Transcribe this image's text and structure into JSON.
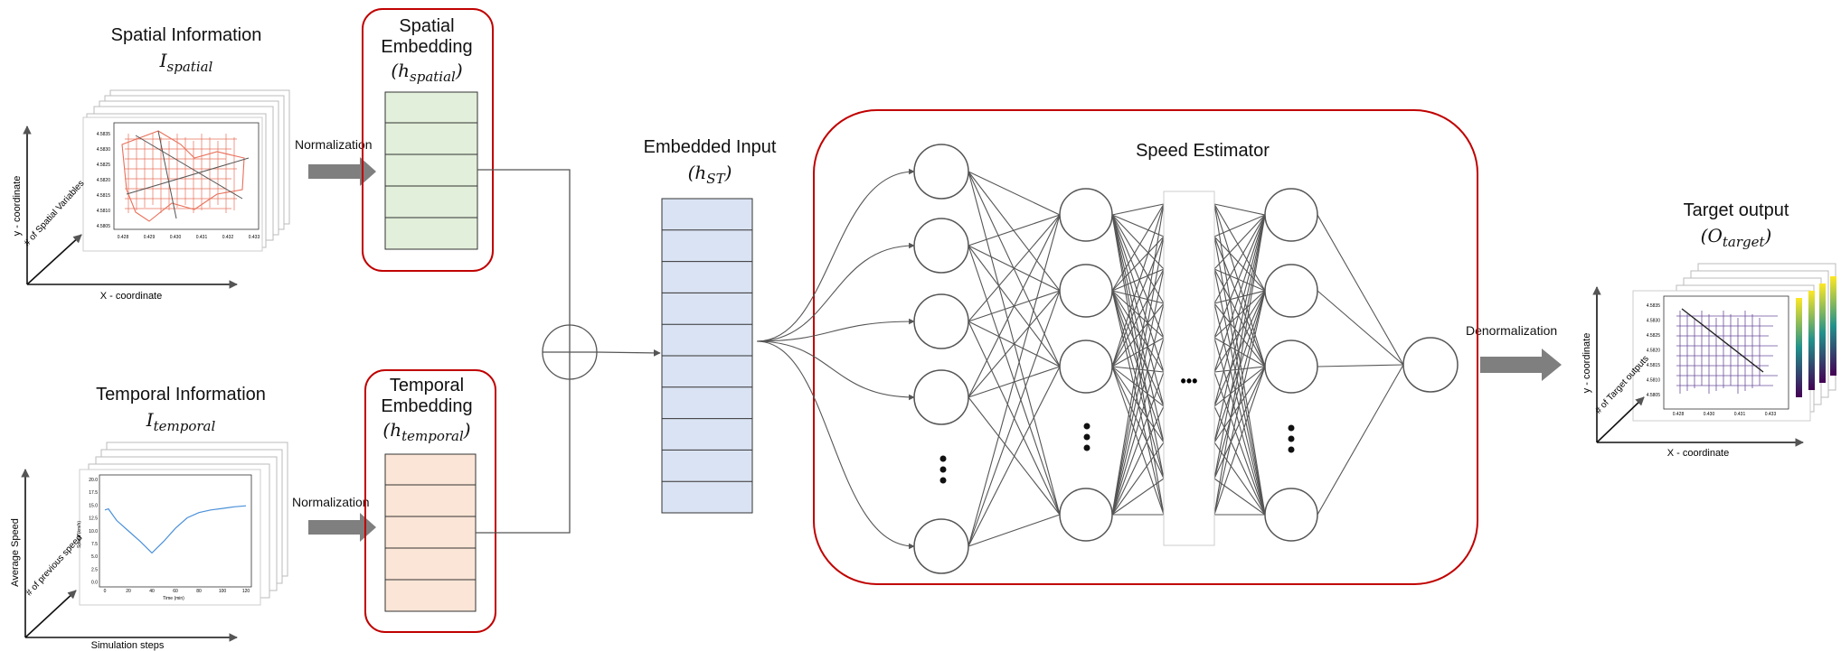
{
  "spatial": {
    "title": "Spatial Information",
    "symbol": "I",
    "symbol_sub": "spatial",
    "y_axis": "y - coordinate",
    "z_axis": "# of Spatial Variables",
    "x_axis": "X - coordinate",
    "y_ticks": [
      "4.5835",
      "4.5830",
      "4.5825",
      "4.5820",
      "4.5815",
      "4.5810",
      "4.5805"
    ],
    "x_ticks": [
      "0.428",
      "0.429",
      "0.430",
      "0.431",
      "0.432",
      "0.433"
    ]
  },
  "temporal": {
    "title": "Temporal Information",
    "symbol": "I",
    "symbol_sub": "temporal",
    "y_axis": "Average Speed",
    "z_axis": "# of previous speed",
    "x_axis": "Simulation steps",
    "plot_xlabel": "Time (min)",
    "plot_ylabel": "Speed (km/h)",
    "y_ticks": [
      "20.0",
      "17.5",
      "15.0",
      "12.5",
      "10.0",
      "7.5",
      "5.0",
      "2.5",
      "0.0"
    ],
    "x_ticks": [
      "0",
      "20",
      "40",
      "60",
      "80",
      "100",
      "120"
    ],
    "curve": [
      [
        0,
        14
      ],
      [
        3,
        14.2
      ],
      [
        10,
        12
      ],
      [
        20,
        10
      ],
      [
        30,
        8
      ],
      [
        40,
        5.8
      ],
      [
        50,
        8
      ],
      [
        60,
        10.5
      ],
      [
        70,
        12.5
      ],
      [
        80,
        13.5
      ],
      [
        90,
        14
      ],
      [
        100,
        14.3
      ],
      [
        110,
        14.6
      ],
      [
        120,
        14.8
      ]
    ]
  },
  "normalization_top": "Normalization",
  "normalization_bottom": "Normalization",
  "spatial_embedding": {
    "line1": "Spatial",
    "line2": "Embedding",
    "symbol": "h",
    "symbol_sub": "spatial",
    "color": "#e2efda"
  },
  "temporal_embedding": {
    "line1": "Temporal",
    "line2": "Embedding",
    "symbol": "h",
    "symbol_sub": "temporal",
    "color": "#fbe5d6"
  },
  "embedded_input": {
    "title": "Embedded Input",
    "symbol": "h",
    "symbol_sub": "ST",
    "color": "#dae3f3"
  },
  "speed_estimator": {
    "title": "Speed Estimator",
    "ellipsis": "•••"
  },
  "denormalization": "Denormalization",
  "target": {
    "title": "Target output",
    "symbol": "O",
    "symbol_sub": "target",
    "y_axis": "y - coordinate",
    "z_axis": "# of Target outputs",
    "x_axis": "X - coordinate",
    "y_ticks": [
      "4.5835",
      "4.5830",
      "4.5825",
      "4.5820",
      "4.5815",
      "4.5810",
      "4.5805"
    ],
    "x_ticks": [
      "0.428",
      "0.430",
      "0.431",
      "0.433"
    ]
  },
  "colors": {
    "border_red": "#c00000",
    "arrow_grey": "#7f7f7f",
    "line_grey": "#555555"
  }
}
